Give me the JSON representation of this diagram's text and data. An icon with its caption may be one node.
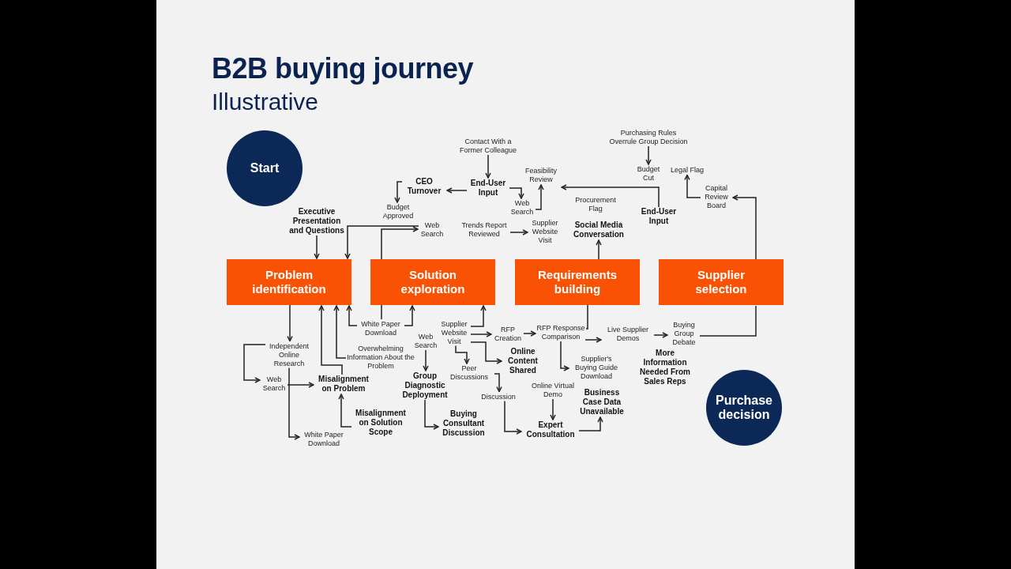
{
  "diagram": {
    "title": "B2B buying journey",
    "nodes": [
      {
        "text": [
          "Start"
        ]
      },
      {
        "text": [
          "Problem identification"
        ]
      },
      {
        "text": [
          "Solution exploration"
        ]
      },
      {
        "text": [
          "Requirements building"
        ]
      },
      {
        "text": [
          "Supplier selection"
        ]
      },
      {
        "text": [
          "Purchase decision"
        ]
      },
      {
        "text": [
          "Contact With a Former Colleague"
        ]
      },
      {
        "text": [
          "End-User Input"
        ]
      },
      {
        "text": [
          "CEO Turnover"
        ]
      },
      {
        "text": [
          "Budget Approved"
        ]
      },
      {
        "text": [
          "Executive Presentation and Questions"
        ]
      },
      {
        "text": [
          "Web Search"
        ]
      },
      {
        "text": [
          "Trends Report Reviewed"
        ]
      },
      {
        "text": [
          "Web Search"
        ]
      },
      {
        "text": [
          "Feasibility Review"
        ]
      },
      {
        "text": [
          "Supplier Website Visit"
        ]
      },
      {
        "text": [
          "Procurement Flag"
        ]
      },
      {
        "text": [
          "Social Media Conversation"
        ]
      },
      {
        "text": [
          "End-User Input"
        ]
      },
      {
        "text": [
          "Purchasing Rules Overrule Group Decision"
        ]
      },
      {
        "text": [
          "Budget Cut"
        ]
      },
      {
        "text": [
          "Legal Flag"
        ]
      },
      {
        "text": [
          "Capital Review Board"
        ]
      },
      {
        "text": [
          "Independent Online Research"
        ]
      },
      {
        "text": [
          "Web Search"
        ]
      },
      {
        "text": [
          "White Paper Download"
        ]
      },
      {
        "text": [
          "Misalignment on Problem"
        ]
      },
      {
        "text": [
          "White Paper Download"
        ]
      },
      {
        "text": [
          "Overwhelming Information About the Problem"
        ]
      },
      {
        "text": [
          "Misalignment on Solution Scope"
        ]
      },
      {
        "text": [
          "Web Search"
        ]
      },
      {
        "text": [
          "Group Diagnostic Deployment"
        ]
      },
      {
        "text": [
          "Buying Consultant Discussion"
        ]
      },
      {
        "text": [
          "Supplier Website Visit"
        ]
      },
      {
        "text": [
          "Peer Discussions"
        ]
      },
      {
        "text": [
          "Discussion"
        ]
      },
      {
        "text": [
          "RFP Creation"
        ]
      },
      {
        "text": [
          "Online Content Shared"
        ]
      },
      {
        "text": [
          "RFP Response Comparison"
        ]
      },
      {
        "text": [
          "Supplier's Buying Guide Download"
        ]
      },
      {
        "text": [
          "Online Virtual Demo"
        ]
      },
      {
        "text": [
          "Expert Consultation"
        ]
      },
      {
        "text": [
          "Business Case Data Unavailable"
        ]
      },
      {
        "text": [
          "Live Supplier Demos"
        ]
      },
      {
        "text": [
          "Buying Group Debate"
        ]
      },
      {
        "text": [
          "More Information Needed From Sales Reps"
        ]
      }
    ],
    "edges": [
      {
        "from": 6,
        "to": 7,
        "arrow": "to"
      },
      {
        "from": 7,
        "to": 8,
        "arrow": "to"
      },
      {
        "from": 7,
        "to": 13,
        "arrow": "to"
      },
      {
        "from": 8,
        "to": 9,
        "arrow": "to"
      },
      {
        "from": 10,
        "to": 1,
        "arrow": "to"
      },
      {
        "from": 2,
        "to": 11,
        "arrow": "to"
      },
      {
        "from": 11,
        "to": 1,
        "arrow": "to"
      },
      {
        "from": 12,
        "to": 15,
        "arrow": "to"
      },
      {
        "from": 13,
        "to": 14,
        "arrow": "to"
      },
      {
        "from": 18,
        "to": 14,
        "arrow": "to"
      },
      {
        "from": 3,
        "to": 17,
        "arrow": "to"
      },
      {
        "from": 19,
        "to": 20,
        "arrow": "to"
      },
      {
        "from": 22,
        "to": 21,
        "arrow": "to"
      },
      {
        "from": 4,
        "to": 22,
        "arrow": "to"
      },
      {
        "from": 1,
        "to": 23,
        "arrow": "to"
      },
      {
        "from": 23,
        "to": 24,
        "arrow": "to"
      },
      {
        "from": 23,
        "to": 25,
        "arrow": "to"
      },
      {
        "from": 24,
        "to": 26,
        "arrow": "to"
      },
      {
        "from": 26,
        "to": 1,
        "arrow": "to"
      },
      {
        "from": 28,
        "to": 1,
        "arrow": "to"
      },
      {
        "from": 27,
        "to": 1,
        "arrow": "to"
      },
      {
        "from": 27,
        "to": 2,
        "arrow": "to"
      },
      {
        "from": 2,
        "to": 27,
        "arrow": "none"
      },
      {
        "from": 29,
        "to": 26,
        "arrow": "to"
      },
      {
        "from": 30,
        "to": 31,
        "arrow": "to"
      },
      {
        "from": 31,
        "to": 32,
        "arrow": "to"
      },
      {
        "from": 33,
        "to": 2,
        "arrow": "to"
      },
      {
        "from": 33,
        "to": 36,
        "arrow": "to"
      },
      {
        "from": 33,
        "to": 37,
        "arrow": "to"
      },
      {
        "from": 33,
        "to": 34,
        "arrow": "to"
      },
      {
        "from": 34,
        "to": 35,
        "arrow": "to"
      },
      {
        "from": 35,
        "to": 41,
        "arrow": "to"
      },
      {
        "from": 36,
        "to": 38,
        "arrow": "to"
      },
      {
        "from": 38,
        "to": 39,
        "arrow": "to"
      },
      {
        "from": 38,
        "to": 43,
        "arrow": "to"
      },
      {
        "from": 3,
        "to": 38,
        "arrow": "none"
      },
      {
        "from": 43,
        "to": 44,
        "arrow": "to"
      },
      {
        "from": 44,
        "to": 4,
        "arrow": "none"
      },
      {
        "from": 40,
        "to": 41,
        "arrow": "to"
      },
      {
        "from": 41,
        "to": 42,
        "arrow": "to"
      }
    ],
    "labels": [
      "Illustrative"
    ]
  }
}
